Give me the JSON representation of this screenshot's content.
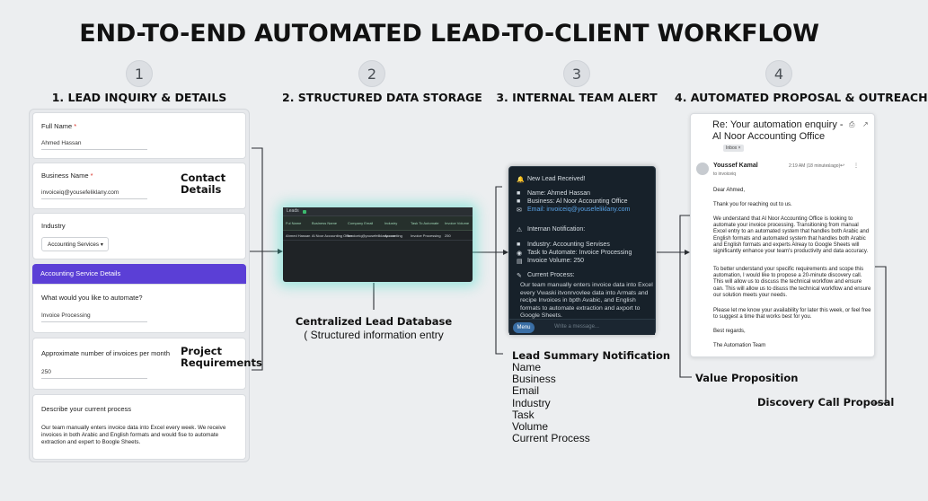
{
  "title": "END-TO-END AUTOMATED LEAD-TO-CLIENT WORKFLOW",
  "steps": [
    {
      "num": "1",
      "label": "1. LEAD INQUIRY & DETAILS"
    },
    {
      "num": "2",
      "label": "2. STRUCTURED DATA STORAGE"
    },
    {
      "num": "3",
      "label": "3. INTERNAL TEAM ALERT"
    },
    {
      "num": "4",
      "label": "4. AUTOMATED PROPOSAL & OUTREACH"
    }
  ],
  "form": {
    "full_name_label": "Full Name",
    "full_name_value": "Ahmed Hassan",
    "business_name_label": "Business Name",
    "business_name_value": "invoiceiq@yousefeliklany.com",
    "industry_label": "Industry",
    "industry_value": "Accounting Services",
    "section_header": "Accounting Service Details",
    "automate_label": "What would you like to automate?",
    "automate_value": "Invoice Processing",
    "invoices_label": "Approximate number of invoices per month",
    "invoices_value": "250",
    "process_label": "Describe your current process",
    "process_value": "Our team manually enters invoice data into Excel every week. We receive invoices in both Arabic and English formats and would fise to automate extraction and expert to Boogle Sheets.",
    "required_mark": "*"
  },
  "callouts": {
    "contact": "Contact\nDetails",
    "project": "Project\nRequirements",
    "value_prop": "Value Proposition",
    "discovery": "Discovery Call Proposal"
  },
  "database": {
    "caption_title": "Centralized Lead Database",
    "caption_sub": "( Structured information entry",
    "tab_label": "Leads",
    "headers": [
      "Ful Name",
      "Business Name",
      "Company Email",
      "Industry",
      "Task To Automate",
      "Invoice Volume"
    ],
    "row": [
      "Ahmed Hassan",
      "Al Noor Accounting Office",
      "invoiceiq@yousefeliklany.com",
      "Accounting",
      "Invoice Processing",
      "250"
    ]
  },
  "slack": {
    "title": "New Lead Received!",
    "name": "Name: Ahmed Hassan",
    "business": "Business: Al Noor Accounting Office",
    "email": "Email: invoiceiq@yousefeliklany.com",
    "section": "Internan Notification:",
    "industry": "Industry: Accounting Servises",
    "task": "Task to Automate: Invoice Processing",
    "volume": "Invoice Volume: 250",
    "process_title": "Current Process:",
    "process_body": "Our team manually enters invoice data into Excel every Vwaski itvonrvovlee data into Armats and recipe Invoices in bpth Avabic, and English formats to automate extraction and axport to Google Sheets.",
    "menu": "Menu",
    "compose": "Write a message..."
  },
  "summary": {
    "title": "Lead Summary Notification",
    "items": [
      "Name",
      "Business",
      "Email",
      "Industry",
      "Task",
      "Volume",
      "Current Process"
    ]
  },
  "email": {
    "subject": "Re: Your automation enquiry - Al Noor Accounting Office",
    "inbox_tag": "Inbox ×",
    "sender": "Youssef Kamal",
    "time": "2:19 AM (18 minutes ago)",
    "to": "to invoiceiq",
    "greeting": "Dear Ahmed,",
    "thanks": "Thank you for reaching out to us.",
    "p1": "We understand that Al Noor Accounting Office is looking to automate your invoice processing. Transitioning from manual Excel entry to an automated system that handles both Arabic and English formats and automated system that handles both Arabic and English formats and experts Alreay to Google Sheets will significantly enhance your team's productivity and data accuracy.",
    "p2": "To better understand your specific requirements and scope this automation, I would like to propose a 20-minute discovery call. This will allow us to discuss the technical workflow and ensure oan. This will allow us to disuss the technical workflow and ensure our solution meets your needs.",
    "p3": "Please let me know your availability for later this week, or feel free to suggest a time that works best for you.",
    "regards": "Best regards,",
    "team": "The Automation Team"
  },
  "colors": {
    "accent_purple": "#5b3fd6",
    "db_glow": "#3cdcc8",
    "slack_bg": "#17212a",
    "link_blue": "#5aa3e6"
  }
}
